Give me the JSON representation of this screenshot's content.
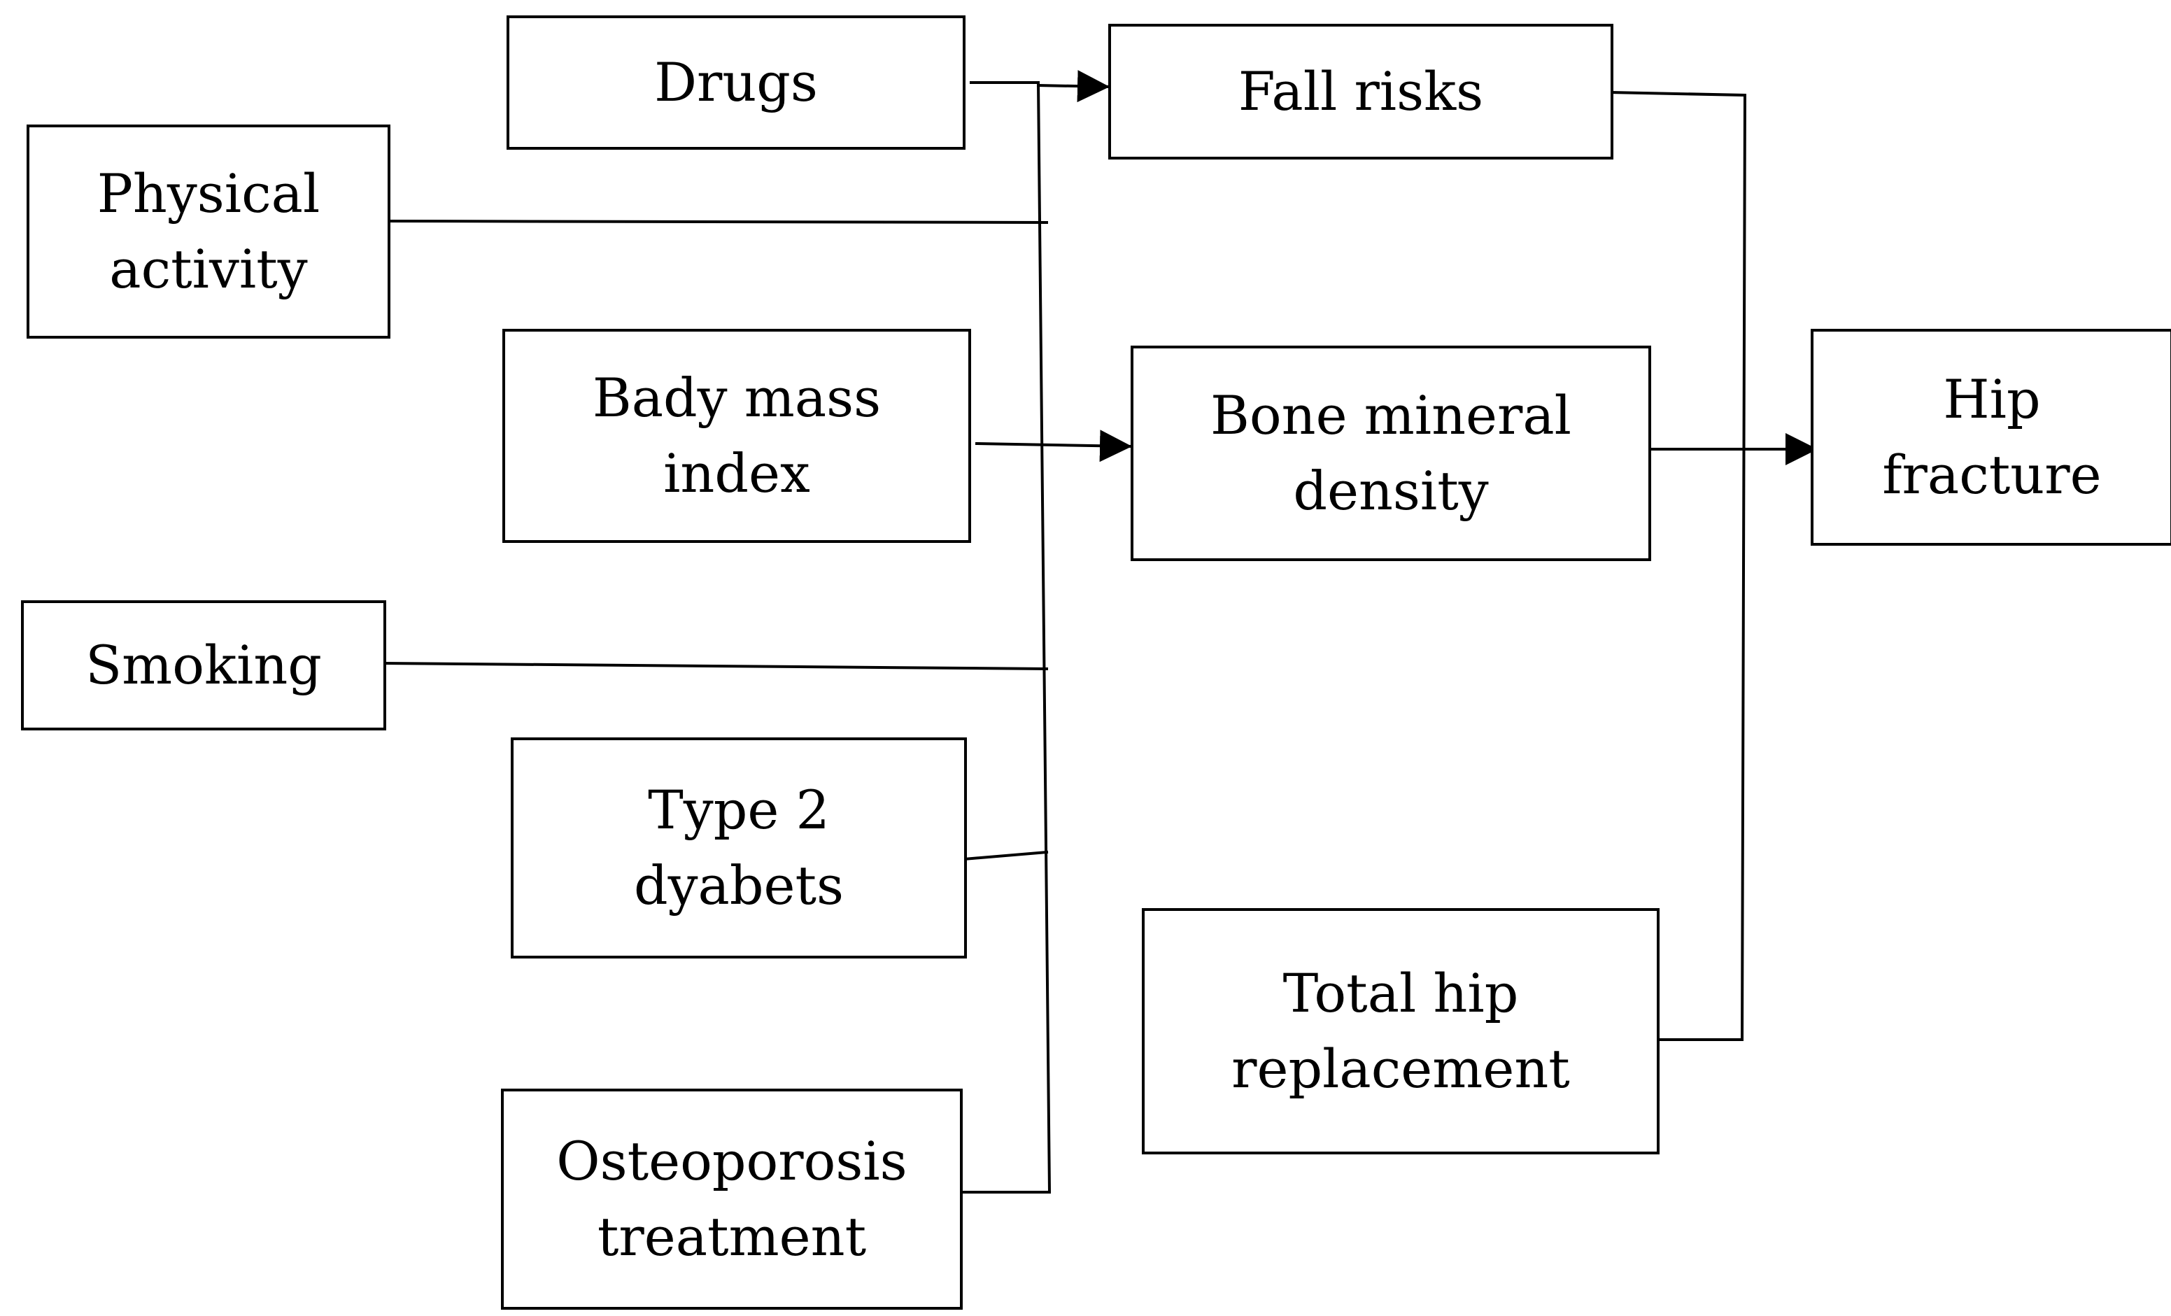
{
  "diagram": {
    "nodes": {
      "drugs": {
        "lines": [
          "Drugs"
        ]
      },
      "physical_activity": {
        "lines": [
          "Physical",
          "activity"
        ]
      },
      "body_mass_index": {
        "lines": [
          "Bady mass",
          "index"
        ]
      },
      "smoking": {
        "lines": [
          "Smoking"
        ]
      },
      "type2_diabetes": {
        "lines": [
          "Type 2",
          "dyabets"
        ]
      },
      "osteoporosis_treatment": {
        "lines": [
          "Osteoporosis",
          "treatment"
        ]
      },
      "fall_risks": {
        "lines": [
          "Fall risks"
        ]
      },
      "bone_mineral_density": {
        "lines": [
          "Bone mineral",
          "density"
        ]
      },
      "total_hip_replacement": {
        "lines": [
          "Total hip",
          "replacement"
        ]
      },
      "hip_fracture": {
        "lines": [
          "Hip",
          "fracture"
        ]
      }
    },
    "edges": [
      {
        "from": "drugs",
        "to": "fall_risks",
        "via": "left_collector"
      },
      {
        "from": "physical_activity",
        "to": "left_collector"
      },
      {
        "from": "body_mass_index",
        "to": "bone_mineral_density",
        "via": "left_collector"
      },
      {
        "from": "smoking",
        "to": "left_collector"
      },
      {
        "from": "type2_diabetes",
        "to": "left_collector"
      },
      {
        "from": "osteoporosis_treatment",
        "to": "left_collector"
      },
      {
        "from": "fall_risks",
        "to": "right_collector"
      },
      {
        "from": "bone_mineral_density",
        "to": "hip_fracture",
        "via": "right_collector"
      },
      {
        "from": "total_hip_replacement",
        "to": "right_collector"
      }
    ],
    "colors": {
      "line": "#000000",
      "box_border": "#000000",
      "background": "#ffffff"
    }
  }
}
